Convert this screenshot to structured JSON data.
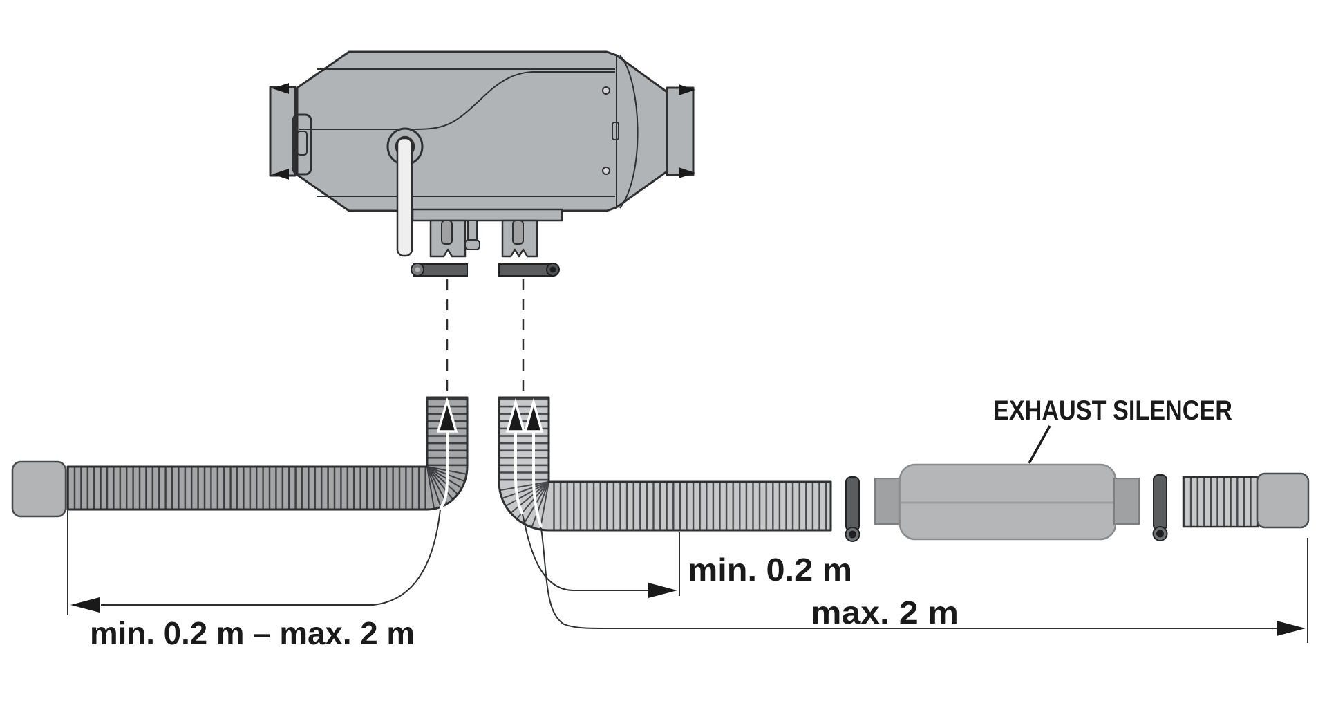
{
  "labels": {
    "exhaust_silencer": "EXHAUST SILENCER",
    "intake_hose_length": "min. 0.2 m – max. 2 m",
    "exhaust_min_length": "min. 0.2 m",
    "exhaust_max_length": "max. 2 m"
  },
  "colors": {
    "background": "#ffffff",
    "outline": "#2e2f31",
    "heater_body_gray": "#b1b4b6",
    "intake_hose_gray": "#a4a6a8",
    "intake_corrugation": "#3c3d40",
    "exhaust_hose_gray": "#c6c8ca",
    "exhaust_corrugation": "#47484b",
    "clamp_dark_gray": "#5a5c5e",
    "clamp_dot_dark": "#222325",
    "silencer_gray": "#b4b6b8",
    "fuel_line_white": "#efefef",
    "text": "#1a1a1a"
  }
}
